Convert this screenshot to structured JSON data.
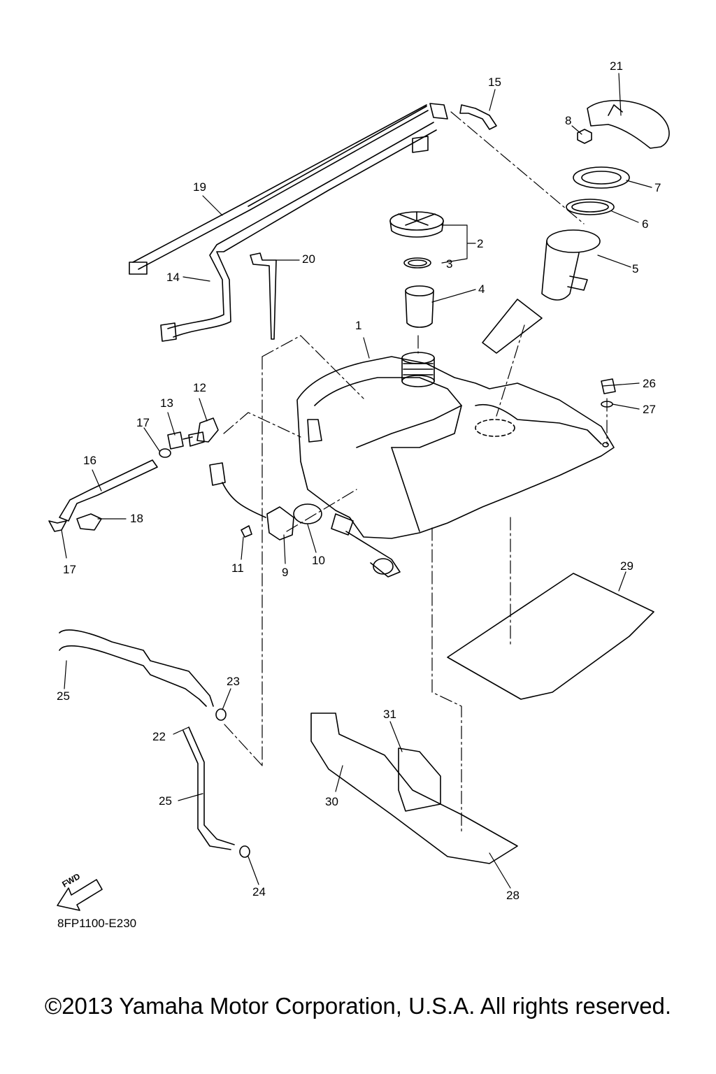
{
  "callouts": [
    {
      "n": "1"
    },
    {
      "n": "2"
    },
    {
      "n": "3"
    },
    {
      "n": "4"
    },
    {
      "n": "5"
    },
    {
      "n": "6"
    },
    {
      "n": "7"
    },
    {
      "n": "8"
    },
    {
      "n": "9"
    },
    {
      "n": "10"
    },
    {
      "n": "11"
    },
    {
      "n": "12"
    },
    {
      "n": "13"
    },
    {
      "n": "14"
    },
    {
      "n": "15"
    },
    {
      "n": "16"
    },
    {
      "n": "17"
    },
    {
      "n": "17"
    },
    {
      "n": "18"
    },
    {
      "n": "19"
    },
    {
      "n": "20"
    },
    {
      "n": "21"
    },
    {
      "n": "22"
    },
    {
      "n": "23"
    },
    {
      "n": "24"
    },
    {
      "n": "25"
    },
    {
      "n": "25"
    },
    {
      "n": "26"
    },
    {
      "n": "27"
    },
    {
      "n": "28"
    },
    {
      "n": "29"
    },
    {
      "n": "30"
    },
    {
      "n": "31"
    }
  ],
  "forward_label": "FWD",
  "reference_code": "8FP1100-E230",
  "copyright": "©2013 Yamaha Motor Corporation, U.S.A. All rights reserved."
}
